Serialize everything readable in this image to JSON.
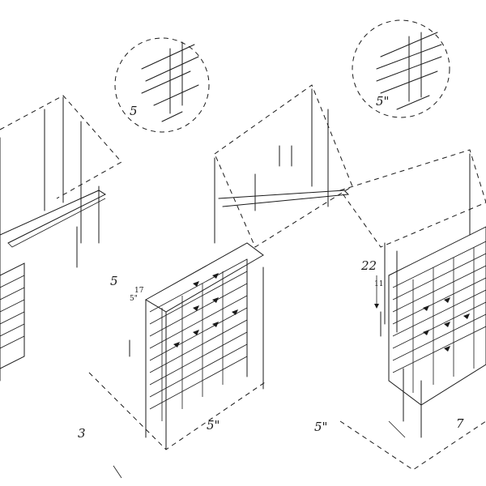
{
  "labels": {
    "top_left_circle": "5",
    "top_right_circle": "5\"",
    "mid_left": "5",
    "mid_left_sub": "17",
    "mid_left_sub2": "5\"",
    "mid_right": "22",
    "mid_right_sub": "11",
    "bottom_left": "3",
    "bottom_center_left": "5\"",
    "bottom_center_right": "5\"",
    "bottom_right": "7"
  }
}
